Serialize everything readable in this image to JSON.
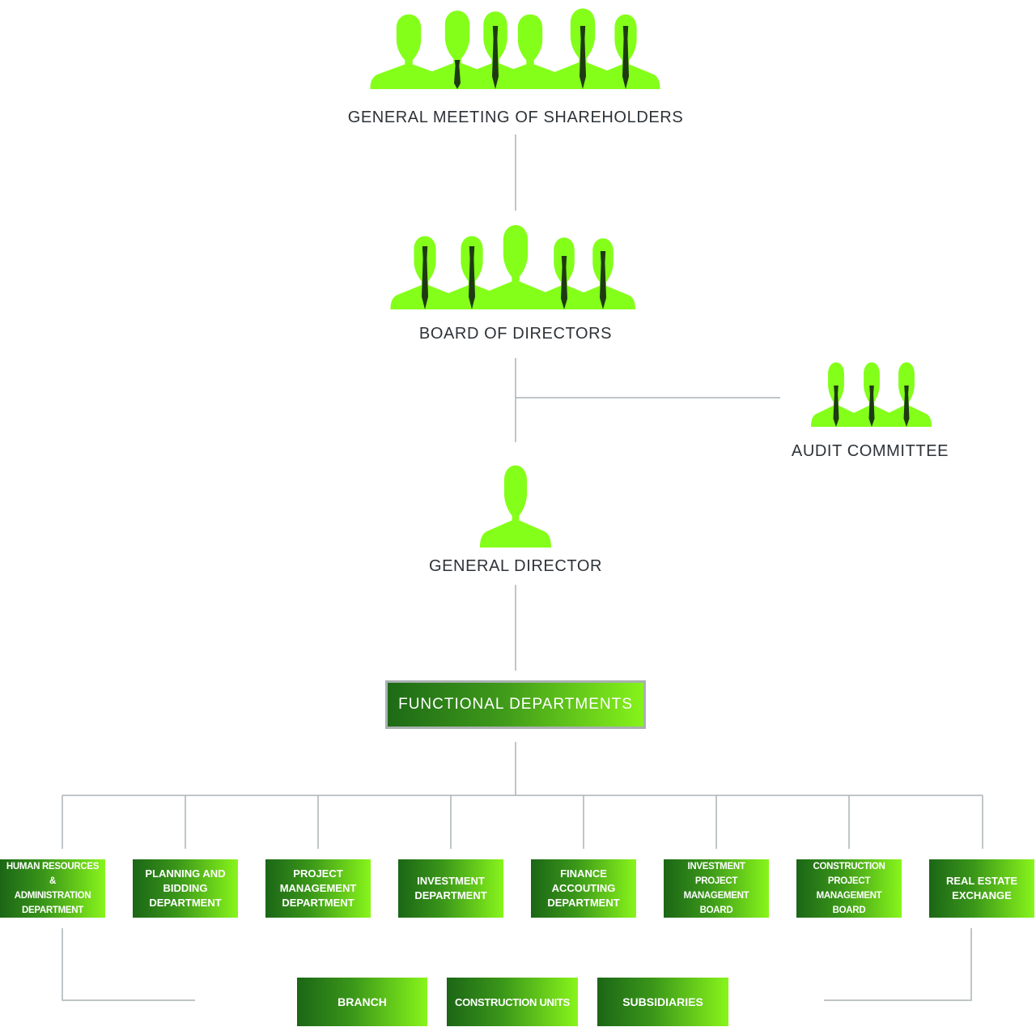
{
  "nodes": {
    "shareholders": "GENERAL MEETING OF SHAREHOLDERS",
    "board": "BOARD OF DIRECTORS",
    "audit": "AUDIT COMMITTEE",
    "director": "GENERAL DIRECTOR",
    "functional": "FUNCTIONAL DEPARTMENTS"
  },
  "departments": [
    "HUMAN RESOURCES &\nADMINISTRATION\nDEPARTMENT",
    "PLANNING AND\nBIDDING\nDEPARTMENT",
    "PROJECT\nMANAGEMENT\nDEPARTMENT",
    "INVESTMENT\nDEPARTMENT",
    "FINANCE\nACCOUTING\nDEPARTMENT",
    "INVESTMENT PROJECT\nMANAGEMENT BOARD",
    "CONSTRUCTION PROJECT\nMANAGEMENT BOARD",
    "REAL ESTATE\nEXCHANGE"
  ],
  "units": [
    "BRANCH",
    "CONSTRUCTION UNITS",
    "SUBSIDIARIES"
  ],
  "colors": {
    "silhouette": "#84ff1a",
    "connector": "#aab3b5",
    "title_text": "#2e3338",
    "box_dark": "#1b6616",
    "box_light": "#88f51b"
  },
  "icons": {
    "shareholders": "group-of-people-icon",
    "board": "group-of-people-icon",
    "audit": "group-of-people-icon",
    "director": "person-icon"
  }
}
